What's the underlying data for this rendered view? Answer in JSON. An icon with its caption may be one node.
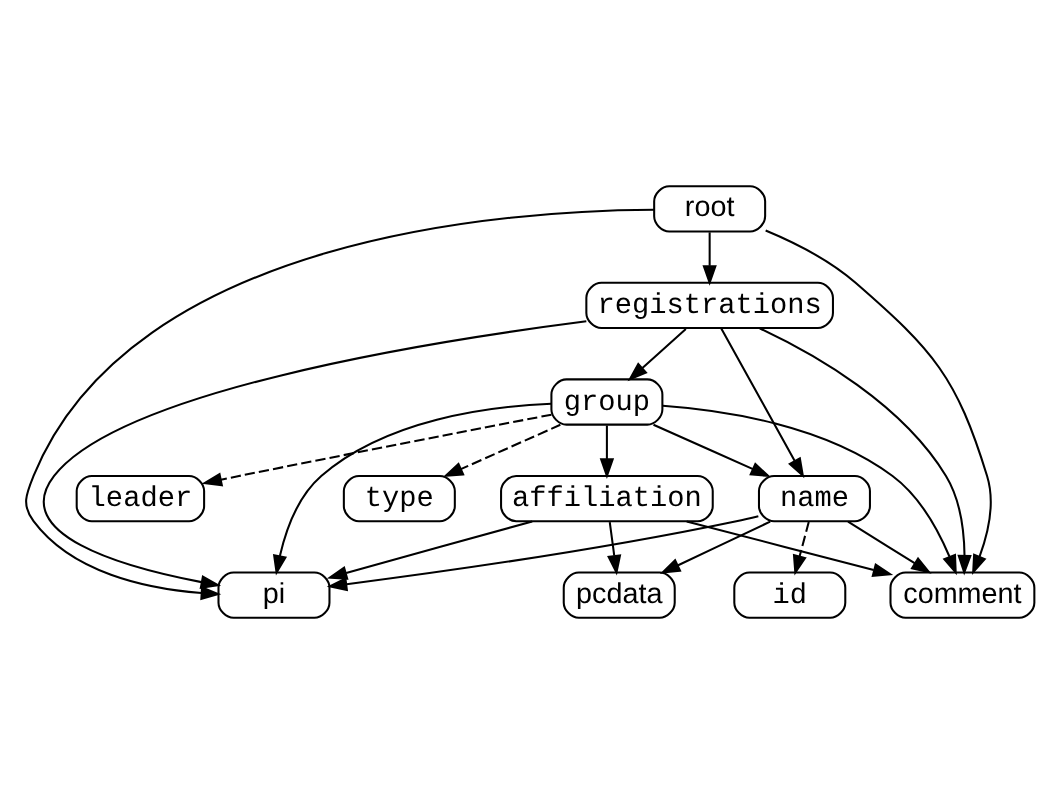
{
  "diagram": {
    "nodes": [
      {
        "text": [
          "root"
        ]
      },
      {
        "text": [
          "type"
        ]
      },
      {
        "text": [
          "registrations"
        ]
      },
      {
        "text": [
          "leader"
        ]
      },
      {
        "text": [
          "group"
        ]
      },
      {
        "text": [
          "name"
        ]
      },
      {
        "text": [
          "affiliation"
        ]
      },
      {
        "text": [
          "id"
        ]
      },
      {
        "text": [
          "comment"
        ]
      },
      {
        "text": [
          "pi"
        ]
      },
      {
        "text": [
          "pcdata"
        ]
      }
    ],
    "edges": [
      {
        "from": 0,
        "to": 2,
        "arrow": "to"
      },
      {
        "from": 0,
        "to": 8,
        "arrow": "to"
      },
      {
        "from": 0,
        "to": 9,
        "arrow": "to"
      },
      {
        "from": 2,
        "to": 4,
        "arrow": "to"
      },
      {
        "from": 2,
        "to": 5,
        "arrow": "to"
      },
      {
        "from": 2,
        "to": 8,
        "arrow": "to"
      },
      {
        "from": 2,
        "to": 9,
        "arrow": "to"
      },
      {
        "from": 4,
        "to": 1,
        "arrow": "to",
        "style": "dashed"
      },
      {
        "from": 4,
        "to": 3,
        "arrow": "to",
        "style": "dashed"
      },
      {
        "from": 4,
        "to": 5,
        "arrow": "to"
      },
      {
        "from": 4,
        "to": 6,
        "arrow": "to"
      },
      {
        "from": 4,
        "to": 8,
        "arrow": "to"
      },
      {
        "from": 4,
        "to": 9,
        "arrow": "to"
      },
      {
        "from": 5,
        "to": 7,
        "arrow": "to",
        "style": "dashed"
      },
      {
        "from": 5,
        "to": 8,
        "arrow": "to"
      },
      {
        "from": 5,
        "to": 9,
        "arrow": "to"
      },
      {
        "from": 5,
        "to": 10,
        "arrow": "to"
      },
      {
        "from": 6,
        "to": 8,
        "arrow": "to"
      },
      {
        "from": 6,
        "to": 9,
        "arrow": "to"
      },
      {
        "from": 6,
        "to": 10,
        "arrow": "to"
      }
    ]
  }
}
